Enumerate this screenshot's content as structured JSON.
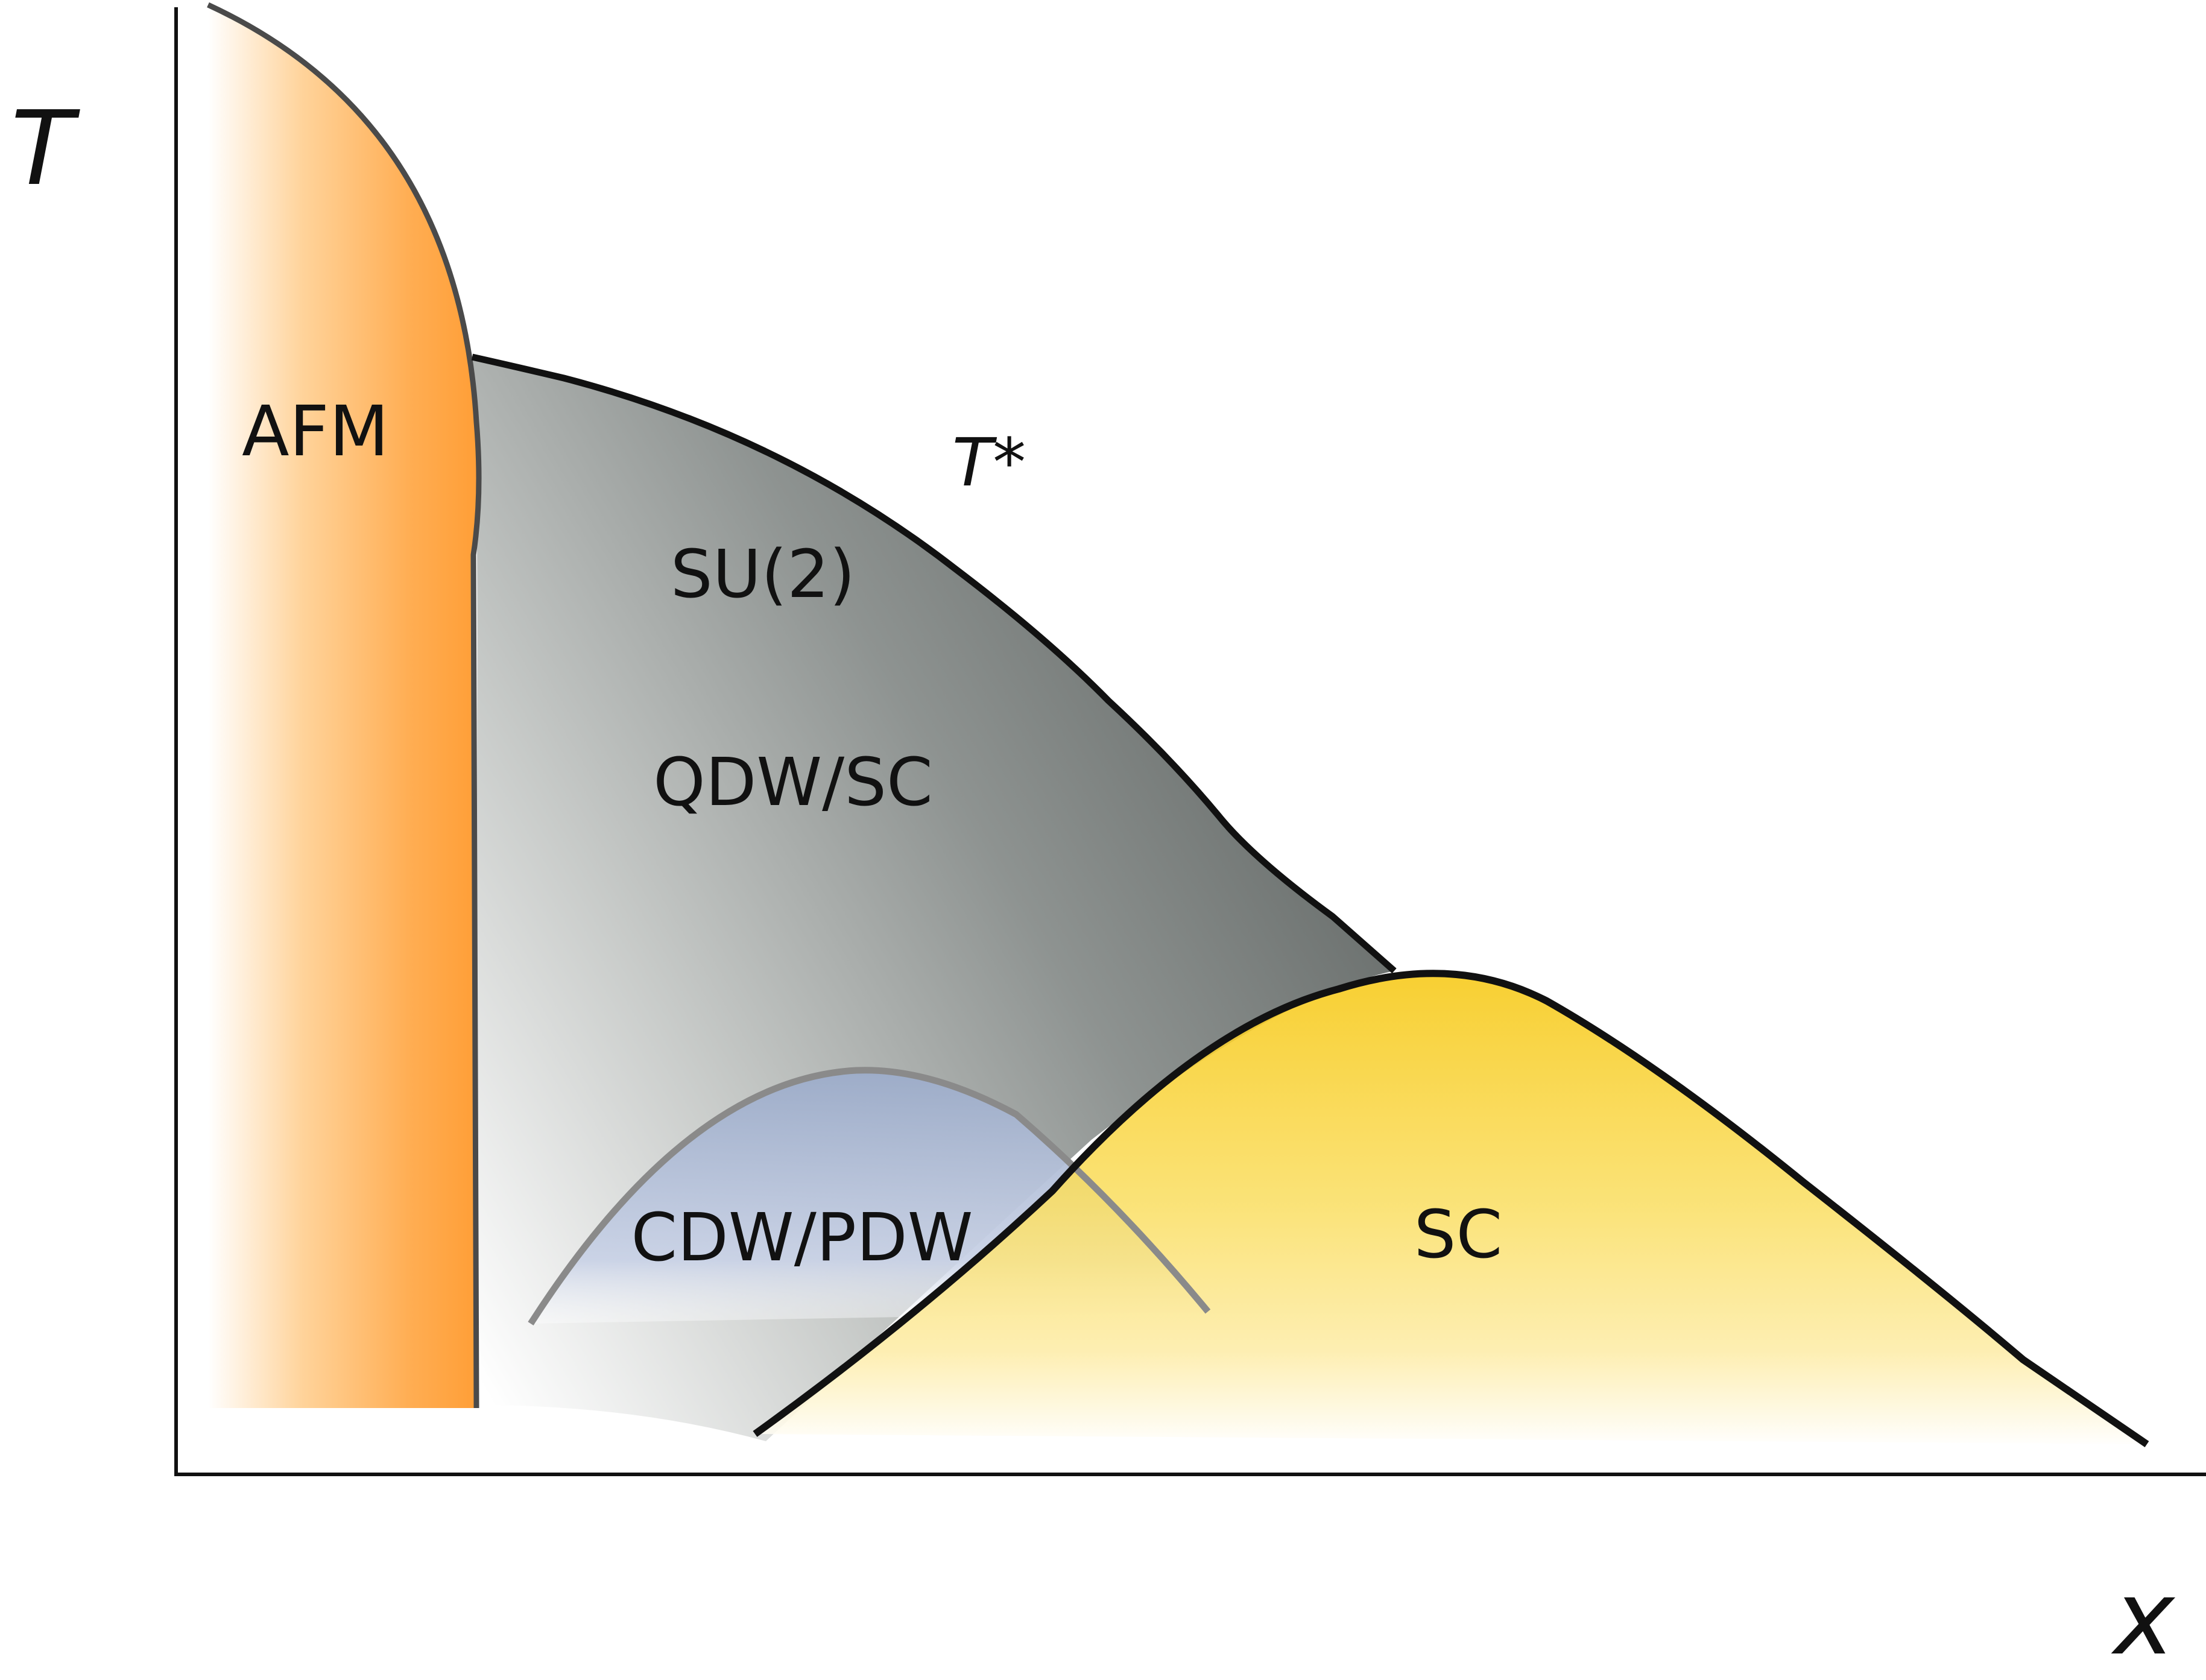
{
  "axes": {
    "y_label": "T",
    "x_label": "x"
  },
  "regions": {
    "afm": {
      "label": "AFM",
      "color": "#ffa13a"
    },
    "pseudogap": {
      "line_label": "T*",
      "label_1": "SU(2)",
      "label_2": "QDW/SC",
      "color": "#6f7472"
    },
    "cdw": {
      "label": "CDW/PDW",
      "color": "#98a8c8"
    },
    "sc": {
      "label": "SC",
      "color": "#f8cc1e"
    }
  }
}
